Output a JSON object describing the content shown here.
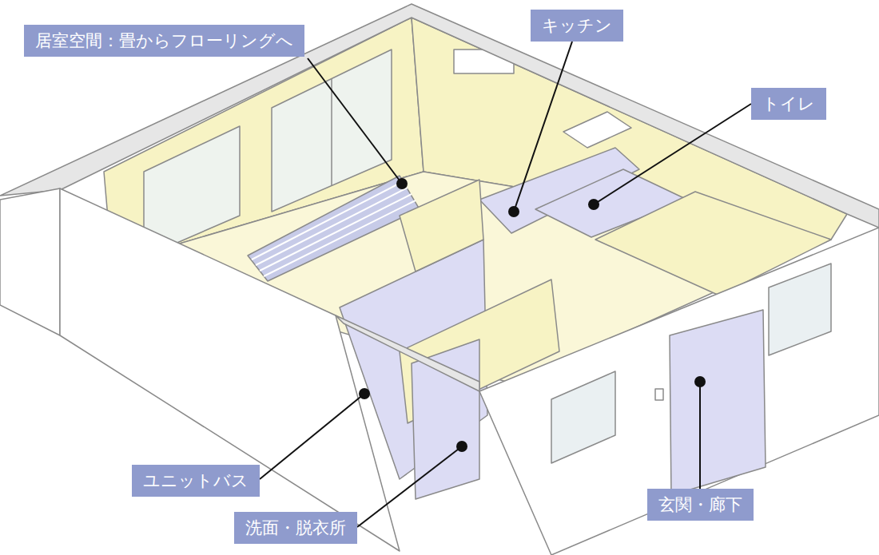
{
  "diagram": {
    "nodes": [
      {
        "text": [
          "居室空間：畳からフローリングへ"
        ]
      },
      {
        "text": [
          "キッチン"
        ]
      },
      {
        "text": [
          "トイレ"
        ]
      },
      {
        "text": [
          "ユニットバス"
        ]
      },
      {
        "text": [
          "洗面・脱衣所"
        ]
      },
      {
        "text": [
          "玄関・廊下"
        ]
      }
    ],
    "edges": []
  }
}
